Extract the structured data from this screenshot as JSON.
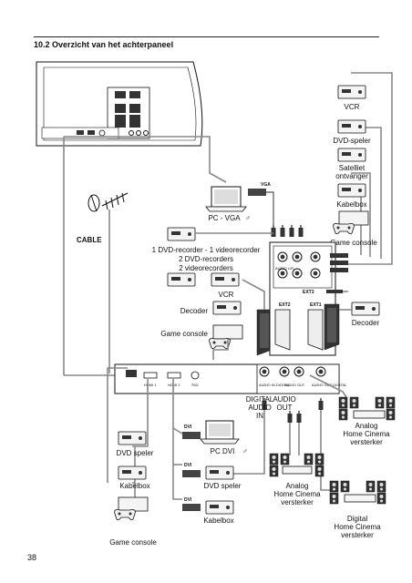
{
  "header": {
    "section_title": "10.2 Overzicht van het achterpaneel"
  },
  "page_number": "38",
  "tv_panel": {
    "cable_label": "CABLE"
  },
  "devices_right": {
    "vcr": "VCR",
    "dvd_speler": "DVD-speler",
    "satelliet_line1": "Satelliet",
    "satelliet_line2": "ontvanger",
    "kabelbox": "Kabelbox",
    "game_console": "Game console",
    "decoder": "Decoder"
  },
  "devices_center": {
    "vga_tag": "VGA",
    "pc_vga": "PC - VGA",
    "recorder_line1": "1 DVD-recorder - 1 videorecorder",
    "recorder_line2": "2 DVD-recorders",
    "recorder_line3": "2 videorecorders",
    "vcr": "VCR",
    "decoder": "Decoder",
    "game_console": "Game console"
  },
  "connector_panel": {
    "audio_lr": "AUDIO L/R",
    "ext3": "EXT3",
    "ext2": "EXT2",
    "ext1": "EXT1"
  },
  "bottom_panel": {
    "hdmi1": "HDMI 1",
    "hdmi2": "HDMI 2",
    "rf": "75Ω",
    "digital_audio_left": "AUDIO IN DIGITAL",
    "audio_out": "AUDIO OUT",
    "digital_audio_right": "AUDIO OUT DIGITAL"
  },
  "bottom_labels": {
    "digital_audio_in_line1": "DIGITAL",
    "digital_audio_in_line2": "AUDIO",
    "digital_audio_in_line3": "IN",
    "audio_out_line1": "AUDIO",
    "audio_out_line2": "OUT",
    "dvd_speler_left": "DVD speler",
    "kabelbox_left": "Kabelbox",
    "game_console_left": "Game console",
    "dvi_tag": "DVI",
    "pc_dvi": "PC DVI",
    "dvd_speler_mid": "DVD speler",
    "kabelbox_mid": "Kabelbox",
    "analog_hc_line1": "Analog",
    "analog_hc_line2": "Home Cinema",
    "analog_hc_line3": "versterker",
    "analog_hc2_line1": "Analog",
    "analog_hc2_line2": "Home Cinema",
    "analog_hc2_line3": "versterker",
    "digital_hc_line1": "Digital",
    "digital_hc_line2": "Home Cinema",
    "digital_hc_line3": "versterker"
  }
}
